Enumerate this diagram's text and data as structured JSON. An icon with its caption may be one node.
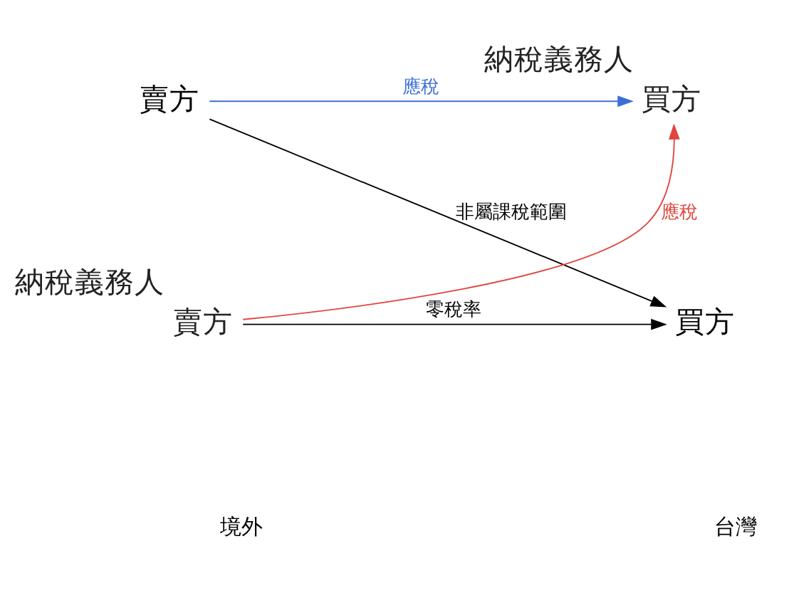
{
  "diagram": {
    "nodes": [
      {
        "text": [
          "賣方"
        ]
      },
      {
        "text": [
          "買方"
        ],
        "beside": [
          "納稅義務人"
        ]
      },
      {
        "text": [
          "買方"
        ]
      },
      {
        "text": [
          "賣方"
        ],
        "beside": [
          "納稅義務人"
        ]
      }
    ],
    "edges": [
      {
        "from": 0,
        "to": 1,
        "arrow": "to",
        "label": "應稅",
        "color": "#3b6fd6"
      },
      {
        "from": 0,
        "to": 2,
        "arrow": "to",
        "label": "非屬課稅範圍"
      },
      {
        "from": 3,
        "to": 2,
        "arrow": "to",
        "label": "零稅率"
      },
      {
        "from": 3,
        "to": 1,
        "arrow": "to",
        "label": "應稅",
        "color": "#e0453f"
      }
    ],
    "labels": [
      "境外",
      "台灣"
    ]
  }
}
